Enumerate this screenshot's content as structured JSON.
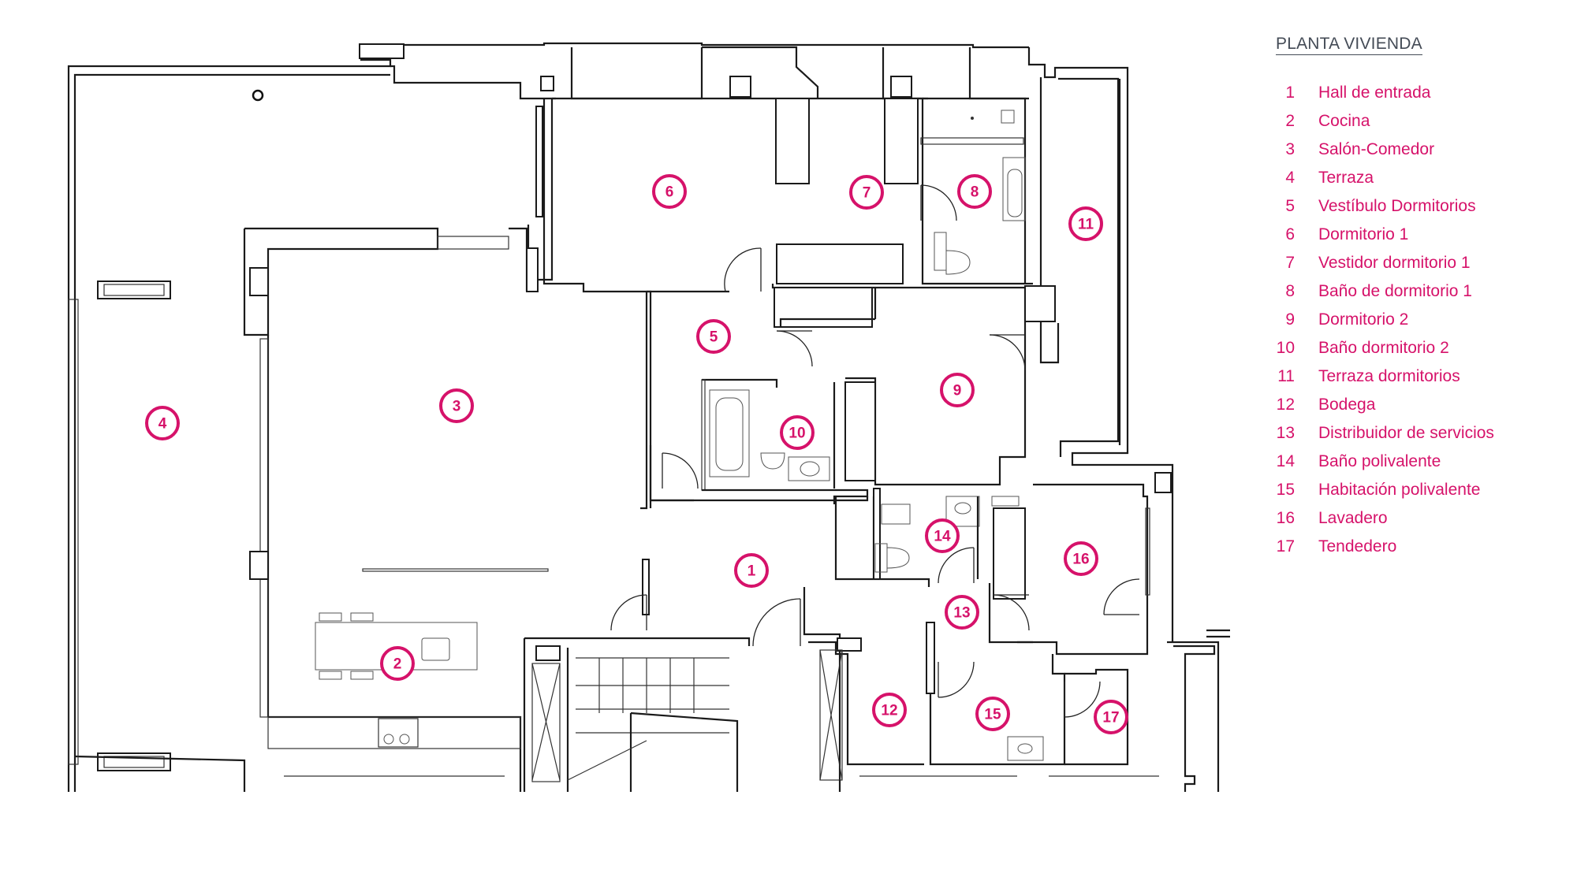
{
  "legend": {
    "title": "PLANTA VIVIENDA",
    "items": [
      {
        "num": "1",
        "label": "Hall de entrada"
      },
      {
        "num": "2",
        "label": "Cocina"
      },
      {
        "num": "3",
        "label": "Salón-Comedor"
      },
      {
        "num": "4",
        "label": "Terraza"
      },
      {
        "num": "5",
        "label": "Vestíbulo Dormitorios"
      },
      {
        "num": "6",
        "label": "Dormitorio 1"
      },
      {
        "num": "7",
        "label": "Vestidor dormitorio 1"
      },
      {
        "num": "8",
        "label": "Baño de dormitorio 1"
      },
      {
        "num": "9",
        "label": "Dormitorio 2"
      },
      {
        "num": "10",
        "label": "Baño dormitorio 2"
      },
      {
        "num": "11",
        "label": "Terraza dormitorios"
      },
      {
        "num": "12",
        "label": "Bodega"
      },
      {
        "num": "13",
        "label": "Distribuidor de servicios"
      },
      {
        "num": "14",
        "label": "Baño polivalente"
      },
      {
        "num": "15",
        "label": "Habitación polivalente"
      },
      {
        "num": "16",
        "label": "Lavadero"
      },
      {
        "num": "17",
        "label": "Tendedero"
      }
    ]
  },
  "markers": [
    "1",
    "2",
    "3",
    "4",
    "5",
    "6",
    "7",
    "8",
    "9",
    "10",
    "11",
    "12",
    "13",
    "14",
    "15",
    "16",
    "17"
  ],
  "colors": {
    "accent": "#d6126a",
    "title": "#444b56",
    "lines": "#1a1a1a"
  }
}
